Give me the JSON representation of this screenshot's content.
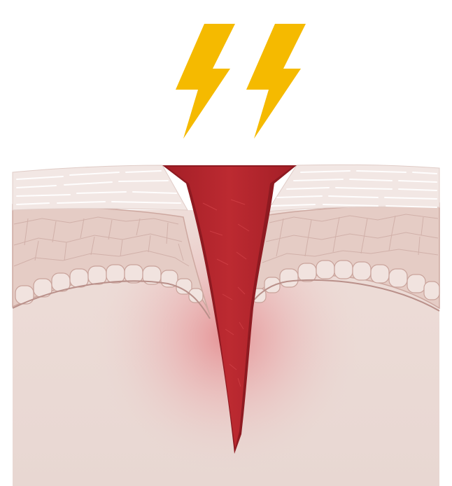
{
  "illustration": {
    "icons": [
      "lightning-bolt-icon",
      "lightning-bolt-icon"
    ],
    "layers": [
      "stratum-corneum",
      "epidermis",
      "basal-cell-layer",
      "dermis"
    ],
    "colors": {
      "bolt": "#F5BA00",
      "wound": "#B2262C",
      "wound_edge": "#8E1A21",
      "dermis": "#EADAD5",
      "epidermis": "#E7CFC8",
      "cell_outline": "#D1AFA8",
      "stratum_corneum": "#F4ECEA",
      "inflammation": "#E86A72"
    }
  }
}
